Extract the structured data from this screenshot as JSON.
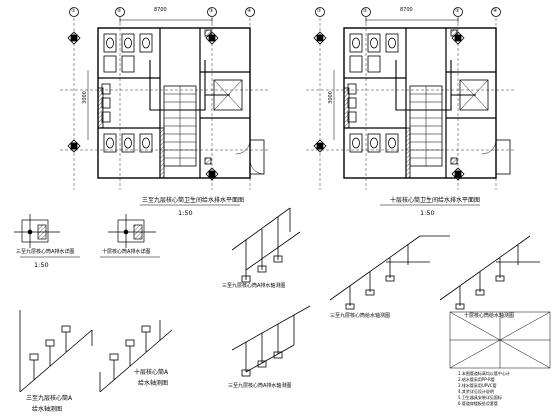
{
  "plans": {
    "left": {
      "title": "三至九层核心筒卫生间给水排水平面图",
      "scale": "1:50",
      "dim_top": "8700",
      "dim_side": "3000",
      "axis_markers": [
        "①",
        "②",
        "③",
        "④"
      ]
    },
    "right": {
      "title": "十层核心筒卫生间给水排水平面图",
      "scale": "1:50",
      "dim_top": "8700",
      "dim_side": "3000",
      "axis_markers": [
        "①",
        "②",
        "③",
        "④"
      ]
    }
  },
  "details": {
    "left": {
      "title": "三至九层核心筒A排水详图",
      "scale": "1:50"
    },
    "right": {
      "title": "十层核心筒A排水详图"
    }
  },
  "isometrics": {
    "center_mid": {
      "title": "三至九层核心筒A排水轴测图"
    },
    "right_a": {
      "title": "三至九层核心筒给水轴测图"
    },
    "right_b": {
      "title": "十层核心筒给水轴测图"
    },
    "bottom_a": {
      "title": "三至九层核心筒A",
      "subtitle": "给水轴测图"
    },
    "bottom_b": {
      "title": "十层核心筒A",
      "subtitle": "给水轴测图"
    },
    "bottom_c": {
      "title": "三至九层核心筒A排水轴测图"
    }
  },
  "notes": {
    "lines": [
      "1.本图管道标高均以管中心计",
      "2.给水管采用PP-R管",
      "3.排水管采用UPVC管",
      "4.其余详见设计说明",
      "5.卫生器具安装详见国标",
      "6.管道穿楼板处设套管"
    ]
  },
  "colors": {
    "line": "#000000",
    "background": "#ffffff"
  }
}
